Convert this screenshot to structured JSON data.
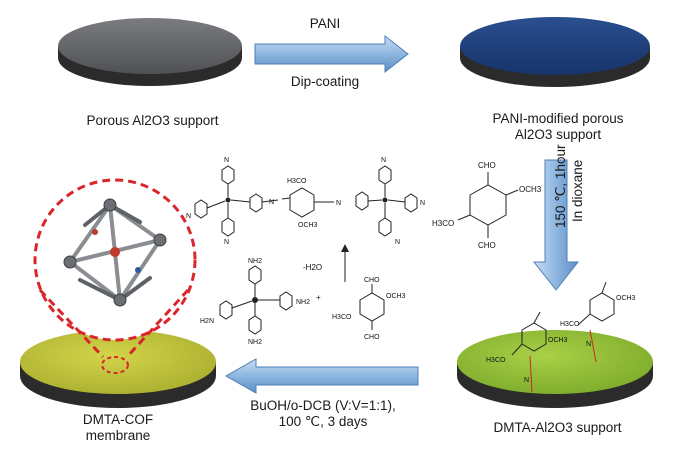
{
  "steps": {
    "start_label": "Porous Al2O3 support",
    "pani_modified_label_line1": "PANI-modified porous",
    "pani_modified_label_line2": "Al2O3 support",
    "dmta_al2o3_label": "DMTA-Al2O3 support",
    "cof_label_line1": "DMTA-COF",
    "cof_label_line2": "membrane"
  },
  "arrows": {
    "top_above": "PANI",
    "top_below": "Dip-coating",
    "right_line1": "150 ℃, 1hour",
    "right_line2": "In dioxane",
    "bottom_line1": "BuOH/o-DCB (V:V=1:1),",
    "bottom_line2": "100 ℃, 3 days"
  },
  "chemistry": {
    "cho": "CHO",
    "och3": "OCH3",
    "h3co": "H3CO",
    "nh2": "NH2",
    "h2n": "H2N",
    "n": "N",
    "minus_h2o": "-H2O",
    "plus": "+"
  },
  "colors": {
    "bare_disc": "#5e6063",
    "pani_disc": "#1f3f7a",
    "dmta_disc": "#8db832",
    "cof_disc": "#c2c43b",
    "disc_edge": "#2b2b2b",
    "arrow_fill": "#9fc3e8",
    "arrow_stroke": "#4d7fb8",
    "zoom_circle": "#d9262b"
  }
}
